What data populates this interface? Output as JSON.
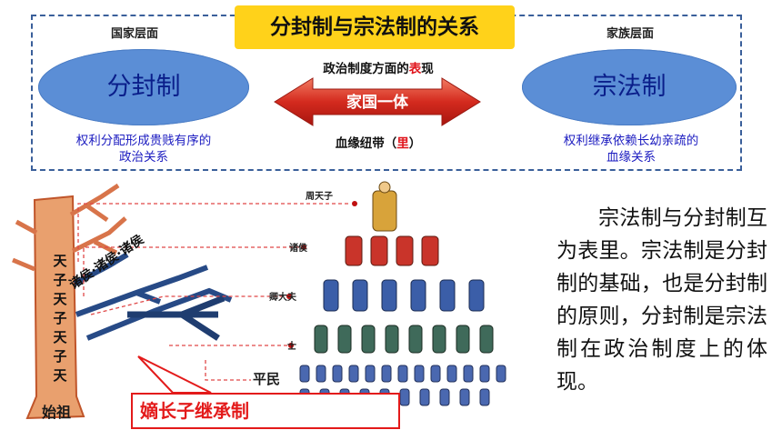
{
  "title": "分封制与宗法制的关系",
  "left": {
    "level": "国家层面",
    "ellipse": "分封制",
    "desc_line1": "权利分配形成贵贱有序的",
    "desc_line2": "政治关系"
  },
  "right": {
    "level": "家族层面",
    "ellipse": "宗法制",
    "desc_line1": "权利继承依赖长幼亲疏的",
    "desc_line2": "血缘关系"
  },
  "middle": {
    "top_text_prefix": "政治制度方面的",
    "top_text_red": "表",
    "top_text_suffix": "现",
    "arrow_label": "家国一体",
    "bottom_text_prefix": "血缘纽带（",
    "bottom_text_red": "里",
    "bottom_text_suffix": "）"
  },
  "pyramid": {
    "ranks": [
      "周天子",
      "诸侯",
      "卿大夫",
      "士"
    ],
    "commoners": "平民"
  },
  "tree": {
    "trunk_chars": [
      "天",
      "子",
      "天",
      "子",
      "天",
      "子",
      "天"
    ],
    "branch_text": "诸侯·诸侯·诸侯",
    "root": "始祖"
  },
  "paragraph": "宗法制与分封制互为表里。宗法制是分封制的基础，也是分封制的原则，分封制是宗法制在政治制度上的体现。",
  "inheritance_label": "嫡长子继承制",
  "colors": {
    "title_bg": "#ffd21a",
    "ellipse": "#5b8ed6",
    "arrow": "#d42a1e",
    "tree": "#e08a5a",
    "branch_blue": "#274a86",
    "accent_red": "#e31a1a"
  }
}
